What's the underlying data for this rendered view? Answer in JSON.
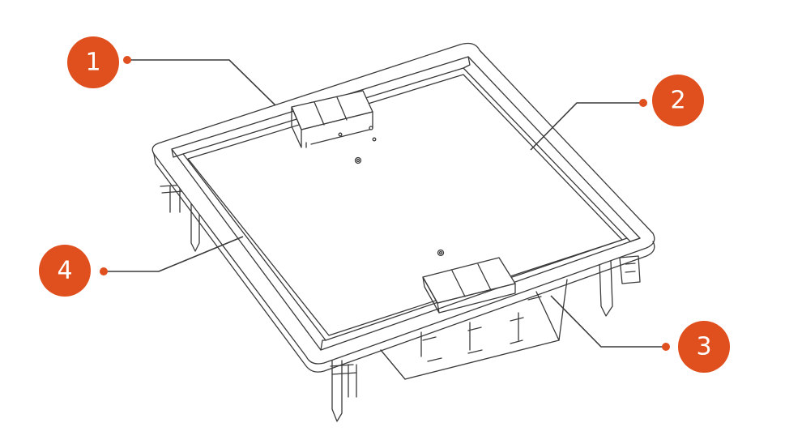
{
  "accent_color": "#e0501f",
  "line_color": "#3a3a3a",
  "callouts": [
    {
      "label": "1"
    },
    {
      "label": "2"
    },
    {
      "label": "3"
    },
    {
      "label": "4"
    }
  ]
}
